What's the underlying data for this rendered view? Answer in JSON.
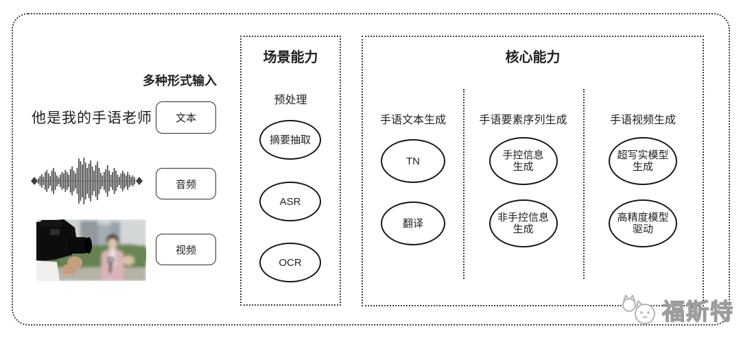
{
  "palette": {
    "ink": "#1f1f1f",
    "frame": "#3c3c3c",
    "watermark_gray": "#9c9c9c"
  },
  "input_section": {
    "label": "多种形式输入",
    "text_sample": "他是我的手语老师",
    "tags": [
      "文本",
      "音频",
      "视频"
    ],
    "waveform_amplitudes": [
      4,
      7,
      10,
      6,
      13,
      16,
      11,
      7,
      15,
      19,
      13,
      8,
      5,
      9,
      13,
      11,
      16,
      13,
      9,
      17,
      21,
      15,
      11,
      19,
      33,
      29,
      24,
      34,
      27,
      19,
      25,
      30,
      21,
      15,
      23,
      28,
      19,
      12,
      8,
      13,
      17,
      23,
      15,
      9,
      13,
      19,
      15,
      9,
      6,
      11,
      15,
      11,
      8,
      13,
      9,
      6,
      8,
      5
    ]
  },
  "scene_box": {
    "title": "场景能力",
    "subtitle": "预处理",
    "nodes": [
      "摘要抽取",
      "ASR",
      "OCR"
    ]
  },
  "core_box": {
    "title": "核心能力",
    "columns": [
      {
        "header": "手语文本生成",
        "nodes": [
          "TN",
          "翻译"
        ]
      },
      {
        "header": "手语要素序列生成",
        "nodes": [
          "手控信息\n生成",
          "非手控信息\n生成"
        ]
      },
      {
        "header": "手语视频生成",
        "nodes": [
          "超写实模型\n生成",
          "高精度模型\n驱动"
        ]
      }
    ]
  },
  "watermark": {
    "text": "福斯特",
    "icon": "cat-mascot"
  }
}
